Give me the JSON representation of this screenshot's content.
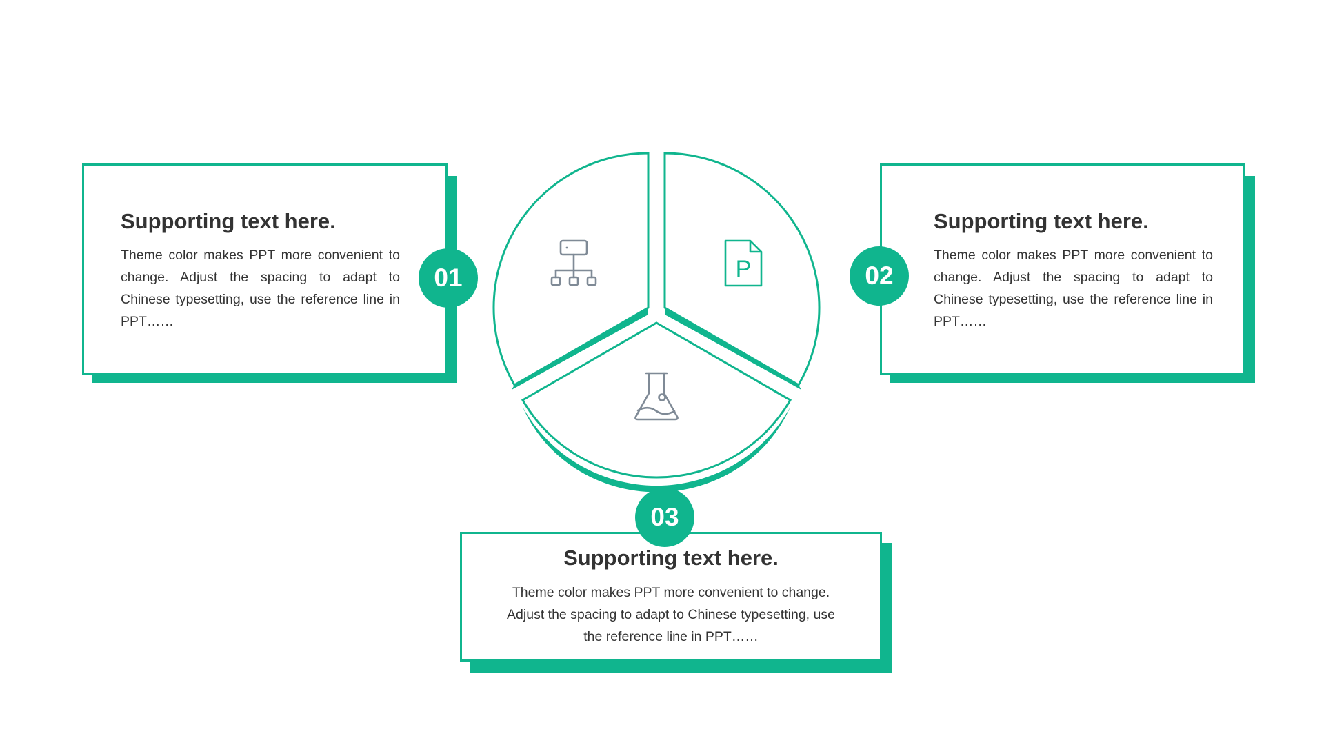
{
  "accent_color": "#10b58e",
  "icon_color": "#7f8a96",
  "items": [
    {
      "number": "01",
      "title": "Supporting text here.",
      "body": "Theme color makes PPT more convenient to change. Adjust the spacing to adapt to Chinese typesetting, use the reference line in PPT……",
      "icon": "hierarchy-icon"
    },
    {
      "number": "02",
      "title": "Supporting text here.",
      "body": "Theme color makes PPT more convenient to change. Adjust the spacing to adapt to Chinese typesetting, use the reference line in PPT……",
      "icon": "ppt-file-icon"
    },
    {
      "number": "03",
      "title": "Supporting text here.",
      "body": "Theme color makes PPT more convenient to change. Adjust the spacing to adapt to Chinese typesetting, use the reference line in PPT……",
      "icon": "flask-icon"
    }
  ],
  "file_icon_letter": "P"
}
